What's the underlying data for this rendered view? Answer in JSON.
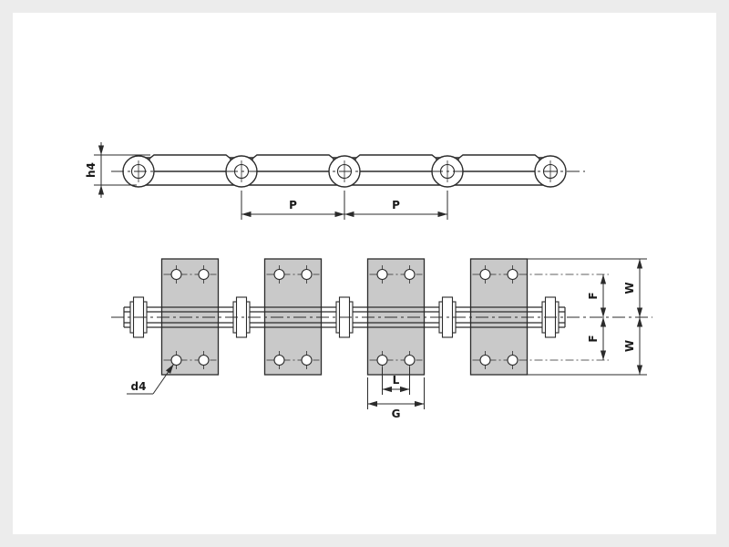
{
  "colors": {
    "page_bg": "#ececec",
    "canvas_bg": "#ffffff",
    "line": "#2b2b2b",
    "text": "#1a1a1a",
    "plate_fill": "#c9c9c9"
  },
  "side_view": {
    "labels": {
      "h4": "h4",
      "pitch_1": "P",
      "pitch_2": "P"
    }
  },
  "plan_view": {
    "labels": {
      "d4": "d4",
      "f_upper": "F",
      "w_upper": "W",
      "f_lower": "F",
      "w_lower": "W",
      "l": "L",
      "g": "G"
    }
  }
}
